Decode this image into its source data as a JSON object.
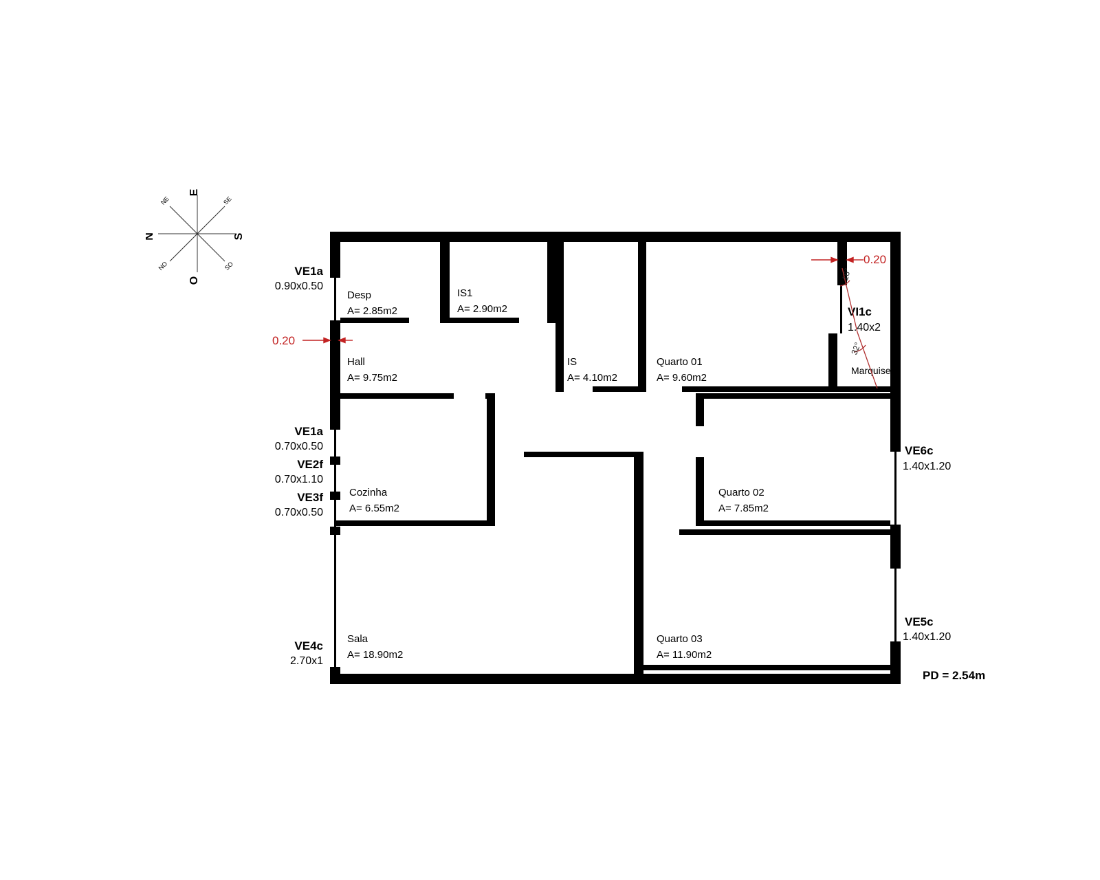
{
  "plan": {
    "pd": "PD = 2.54m"
  },
  "compass": {
    "e": "E",
    "n": "N",
    "s": "S",
    "o": "O",
    "ne": "NE",
    "se": "SE",
    "no": "NO",
    "so": "SO"
  },
  "rooms": {
    "desp": {
      "name": "Desp",
      "area": "A= 2.85m2"
    },
    "is1": {
      "name": "IS1",
      "area": "A= 2.90m2"
    },
    "is": {
      "name": "IS",
      "area": "A= 4.10m2"
    },
    "quarto01": {
      "name": "Quarto 01",
      "area": "A= 9.60m2"
    },
    "hall": {
      "name": "Hall",
      "area": "A= 9.75m2"
    },
    "cozinha": {
      "name": "Cozinha",
      "area": "A= 6.55m2"
    },
    "quarto02": {
      "name": "Quarto 02",
      "area": "A= 7.85m2"
    },
    "sala": {
      "name": "Sala",
      "area": "A= 18.90m2"
    },
    "quarto03": {
      "name": "Quarto 03",
      "area": "A= 11.90m2"
    },
    "marquise": {
      "name": "Marquise"
    }
  },
  "openings": {
    "ve1a_top": {
      "code": "VE1a",
      "size": "0.90x0.50"
    },
    "ve1a_mid": {
      "code": "VE1a",
      "size": "0.70x0.50"
    },
    "ve2f": {
      "code": "VE2f",
      "size": "0.70x1.10"
    },
    "ve3f": {
      "code": "VE3f",
      "size": "0.70x0.50"
    },
    "ve4c": {
      "code": "VE4c",
      "size": "2.70x1"
    },
    "vi1c": {
      "code": "VI1c",
      "size": "1.40x2"
    },
    "ve6c": {
      "code": "VE6c",
      "size": "1.40x1.20"
    },
    "ve5c": {
      "code": "VE5c",
      "size": "1.40x1.20"
    }
  },
  "dimensions": {
    "wall_left": "0.20",
    "wall_top_right": "0.20"
  },
  "angles": {
    "upper": "16°",
    "lower": "32°"
  },
  "colors": {
    "wall": "#000000",
    "dimension": "#c22222"
  }
}
